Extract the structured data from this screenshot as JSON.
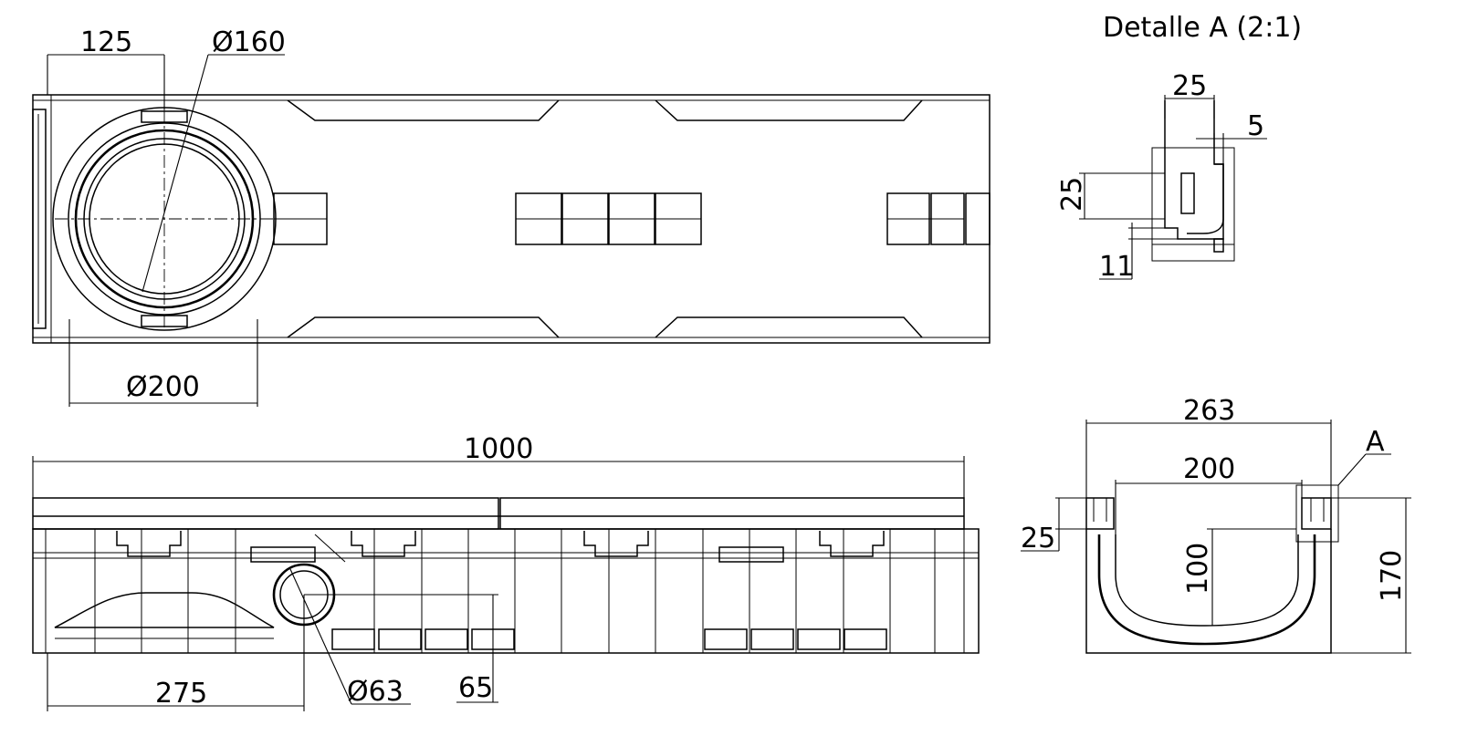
{
  "detail_title": "Detalle A (2:1)",
  "top_view": {
    "dim_offset": "125",
    "dim_outlet_diameter": "Ø160",
    "dim_socket_diameter": "Ø200"
  },
  "side_view": {
    "dim_length": "1000",
    "dim_drain_position": "275",
    "dim_drain_diameter": "Ø63",
    "dim_drain_height": "65"
  },
  "section_view": {
    "dim_outer_width": "263",
    "dim_inner_width": "200",
    "dim_rim_height": "25",
    "dim_channel_depth": "100",
    "dim_total_height": "170",
    "detail_marker": "A"
  },
  "detail_view": {
    "dim_width": "25",
    "dim_edge": "5",
    "dim_height": "25",
    "dim_lip": "11"
  }
}
